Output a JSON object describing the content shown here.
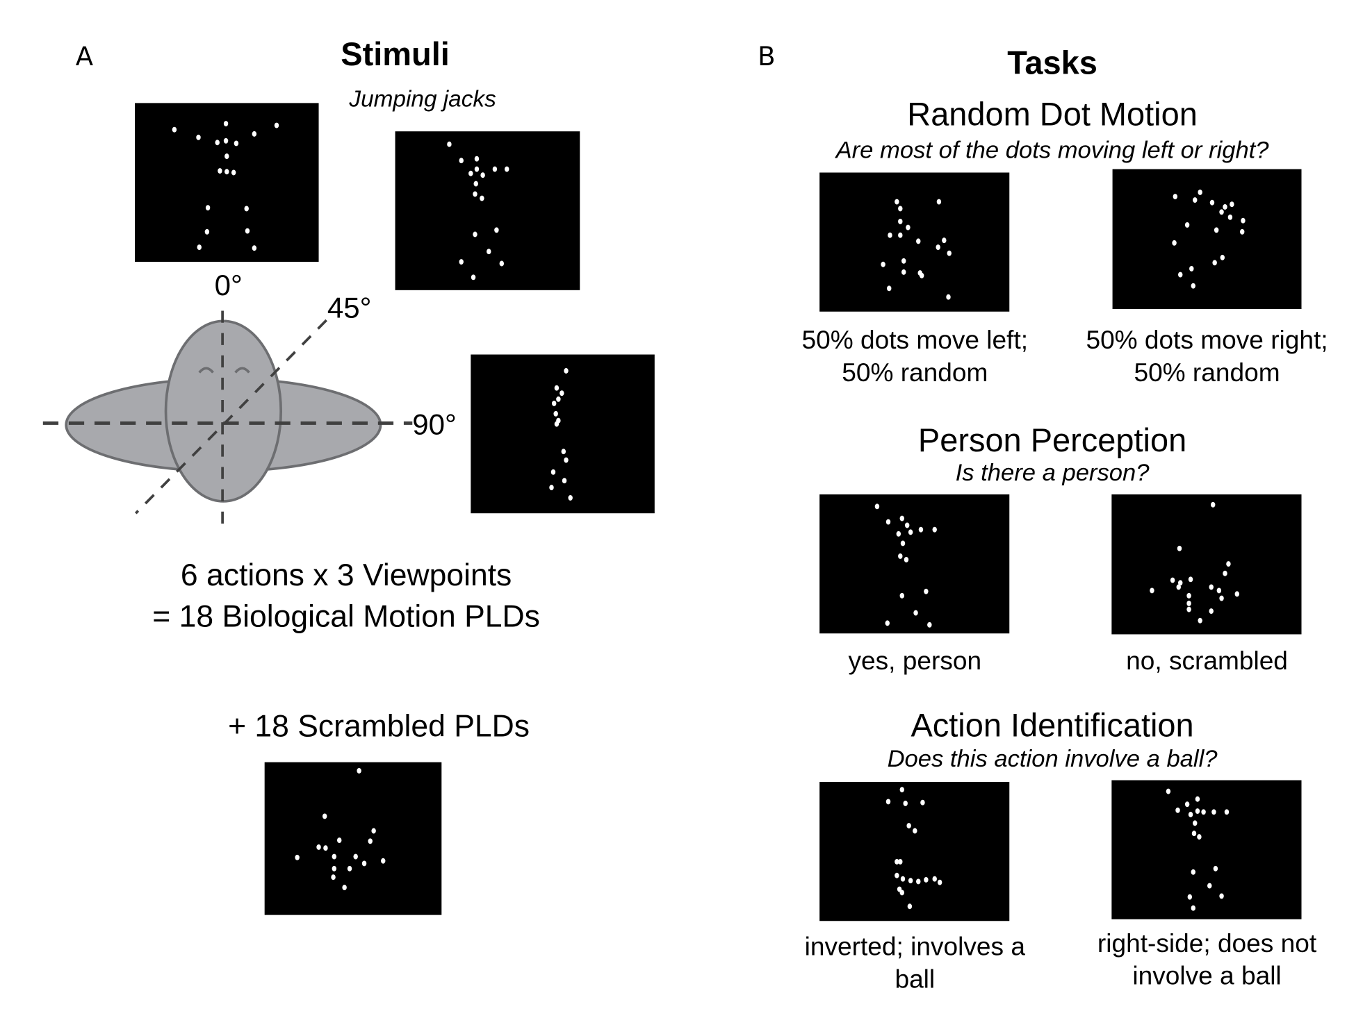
{
  "panel_a": {
    "letter": "A",
    "title": "Stimuli",
    "action_label": "Jumping jacks",
    "angles": [
      "0°",
      "45°",
      "90°"
    ],
    "summary_line1": "6 actions x 3 Viewpoints",
    "summary_line2": "= 18 Biological Motion PLDs",
    "scrambled_label": "+ 18 Scrambled PLDs"
  },
  "panel_b": {
    "letter": "B",
    "title": "Tasks",
    "tasks": [
      {
        "name": "Random Dot Motion",
        "question": "Are most of the dots moving left or right?",
        "left_caption": [
          "50% dots move left;",
          "50% random"
        ],
        "right_caption": [
          "50% dots move right;",
          "50% random"
        ]
      },
      {
        "name": "Person Perception",
        "question": "Is there a person?",
        "left_caption": [
          "yes, person"
        ],
        "right_caption": [
          "no, scrambled"
        ]
      },
      {
        "name": "Action Identification",
        "question": "Does this action involve a ball?",
        "left_caption": [
          "inverted; involves a",
          "ball"
        ],
        "right_caption": [
          "right-side; does not",
          "involve a ball"
        ]
      }
    ]
  },
  "colors": {
    "frame": "#000000",
    "dot": "#ffffff",
    "body_fill": "#a8a9ad",
    "body_stroke": "#6d6e71",
    "axis": "#404040"
  }
}
